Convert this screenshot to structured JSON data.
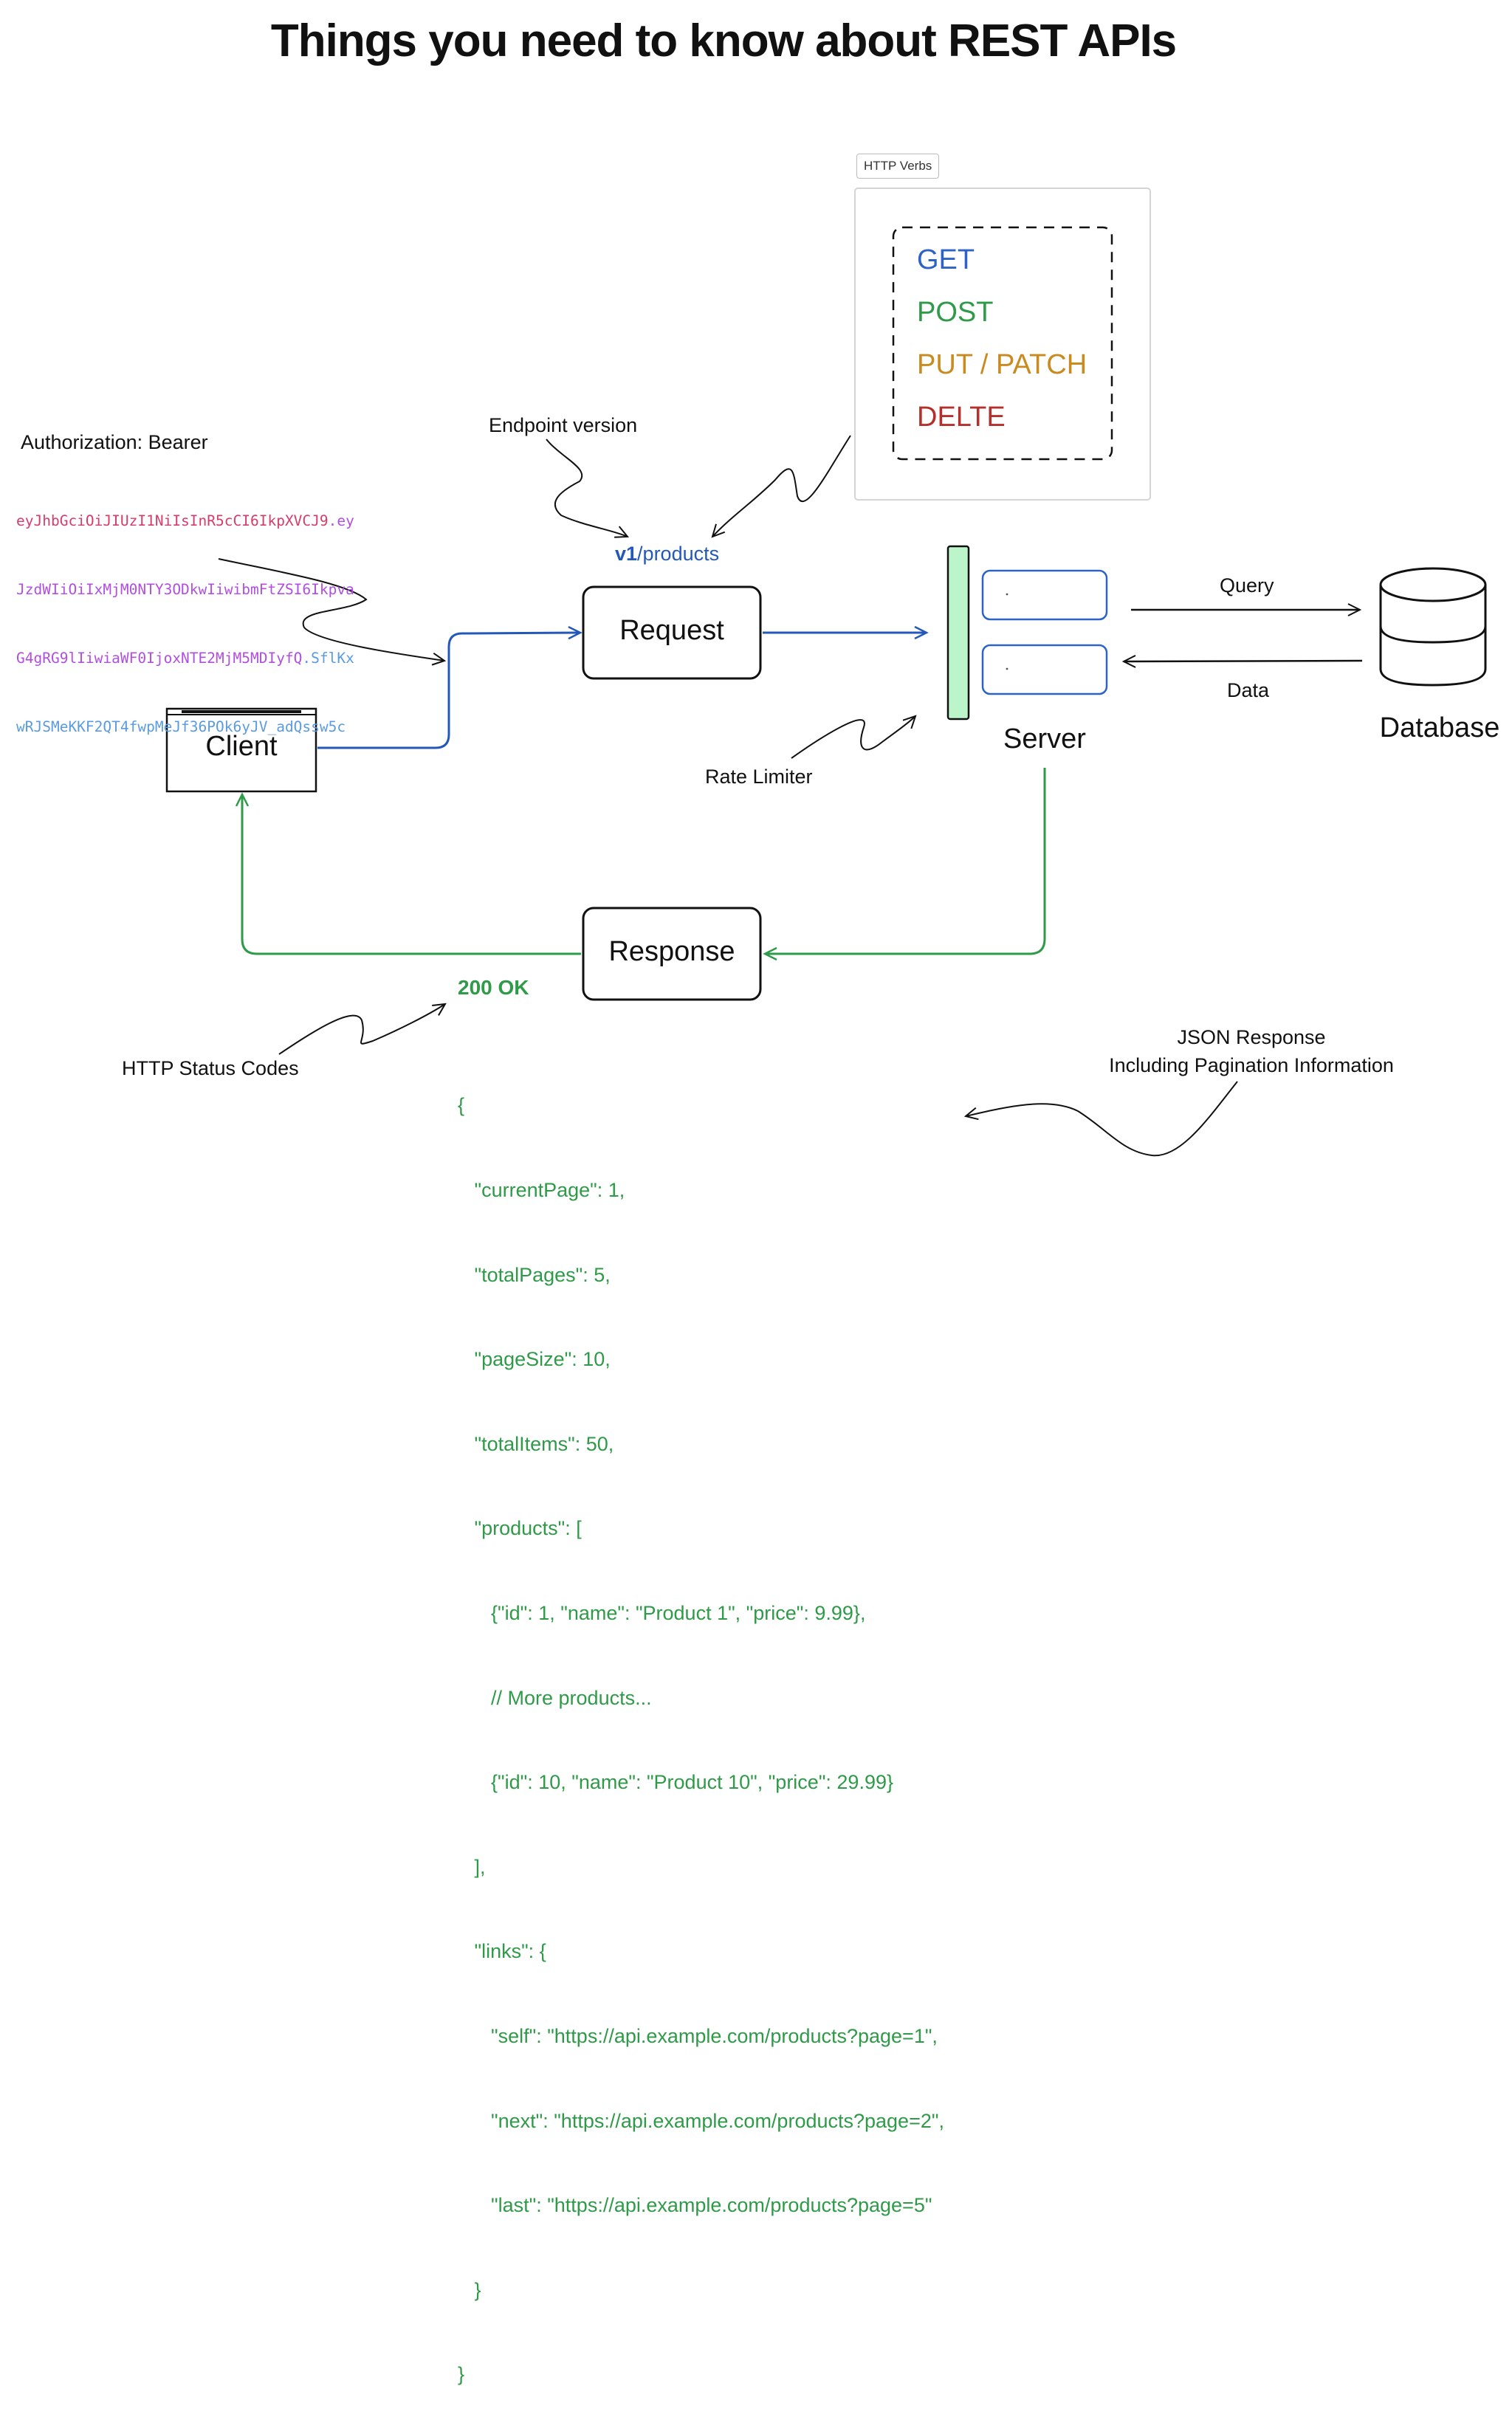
{
  "title": "Things you need to know about REST APIs",
  "http_verbs": {
    "tag": "HTTP Verbs",
    "items": [
      {
        "label": "GET",
        "color": "#2c63c4"
      },
      {
        "label": "POST",
        "color": "#2f9a48"
      },
      {
        "label": "PUT / PATCH",
        "color": "#c98a1f"
      },
      {
        "label": "DELTE",
        "color": "#b5302a"
      }
    ]
  },
  "nodes": {
    "client": "Client",
    "request": "Request",
    "response": "Response",
    "server": "Server",
    "database": "Database"
  },
  "annotations": {
    "authorization": "Authorization: Bearer",
    "endpoint_version": "Endpoint version",
    "endpoint_version_part": "v1",
    "endpoint_path_part": "/products",
    "rate_limiter": "Rate Limiter",
    "query": "Query",
    "data": "Data",
    "status_code_label": "HTTP Status Codes",
    "status_code_value": "200 OK",
    "json_response_line1": "JSON Response",
    "json_response_line2": "Including Pagination Information"
  },
  "token": [
    [
      {
        "text": "eyJhbGciOiJIUzI1NiIsInR5cCI6IkpXVCJ9",
        "color": "#d63c6a"
      },
      {
        "text": ".ey",
        "color": "#b04fe0"
      }
    ],
    [
      {
        "text": "JzdWIiOiIxMjM0NTY3ODkwIiwibmFtZSI6Ikpva",
        "color": "#b04fe0"
      }
    ],
    [
      {
        "text": "G4gRG9lIiwiaWF0IjoxNTE2MjM5MDIyfQ",
        "color": "#b04fe0"
      },
      {
        "text": ".SflKx",
        "color": "#5b9be0"
      }
    ],
    [
      {
        "text": "wRJSMeKKF2QT4fwpMeJf36POk6yJV_adQssw5c",
        "color": "#5b9be0"
      }
    ]
  ],
  "json_lines": [
    "{",
    "   \"currentPage\": 1,",
    "   \"totalPages\": 5,",
    "   \"pageSize\": 10,",
    "   \"totalItems\": 50,",
    "   \"products\": [",
    "      {\"id\": 1, \"name\": \"Product 1\", \"price\": 9.99},",
    "      // More products...",
    "      {\"id\": 10, \"name\": \"Product 10\", \"price\": 29.99}",
    "   ],",
    "   \"links\": {",
    "      \"self\": \"https://api.example.com/products?page=1\",",
    "      \"next\": \"https://api.example.com/products?page=2\",",
    "      \"last\": \"https://api.example.com/products?page=5\"",
    "   }",
    "}"
  ],
  "colors": {
    "request_flow": "#2458b8",
    "response_flow": "#2f9a48",
    "rate_limiter_fill": "#bdf5cb",
    "server_slot_border": "#2c63c4"
  }
}
